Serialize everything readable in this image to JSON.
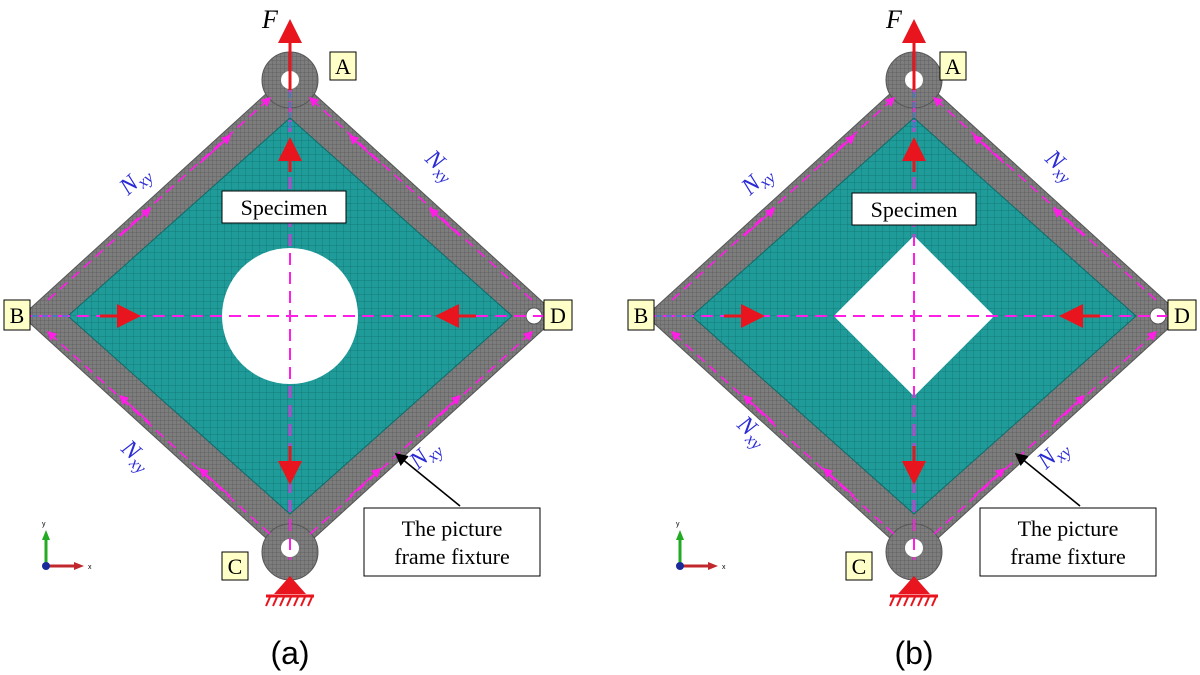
{
  "colors": {
    "fixture": "#7d7d7d",
    "mesh": "#1f9c9a",
    "force": "#e8141e",
    "shear": "#ff1ee6",
    "shear_label": "#2b2bd6",
    "guide": "#ff1ee6",
    "guide_blue": "#3a7bd5",
    "label_box": "#ffffc8"
  },
  "panels": [
    {
      "id": "a",
      "caption": "(a)",
      "hole": "circle",
      "force_label": "F",
      "corner_labels": {
        "A": "A",
        "B": "B",
        "C": "C",
        "D": "D"
      },
      "specimen_label": "Specimen",
      "fixture_label_line1": "The picture",
      "fixture_label_line2": "frame fixture",
      "shear_symbol": "N",
      "shear_subscript": "xy",
      "axis_labels": {
        "x": "x",
        "y": "y"
      }
    },
    {
      "id": "b",
      "caption": "(b)",
      "hole": "square",
      "force_label": "F",
      "corner_labels": {
        "A": "A",
        "B": "B",
        "C": "C",
        "D": "D"
      },
      "specimen_label": "Specimen",
      "fixture_label_line1": "The picture",
      "fixture_label_line2": "frame fixture",
      "shear_symbol": "N",
      "shear_subscript": "xy",
      "axis_labels": {
        "x": "x",
        "y": "y"
      }
    }
  ]
}
